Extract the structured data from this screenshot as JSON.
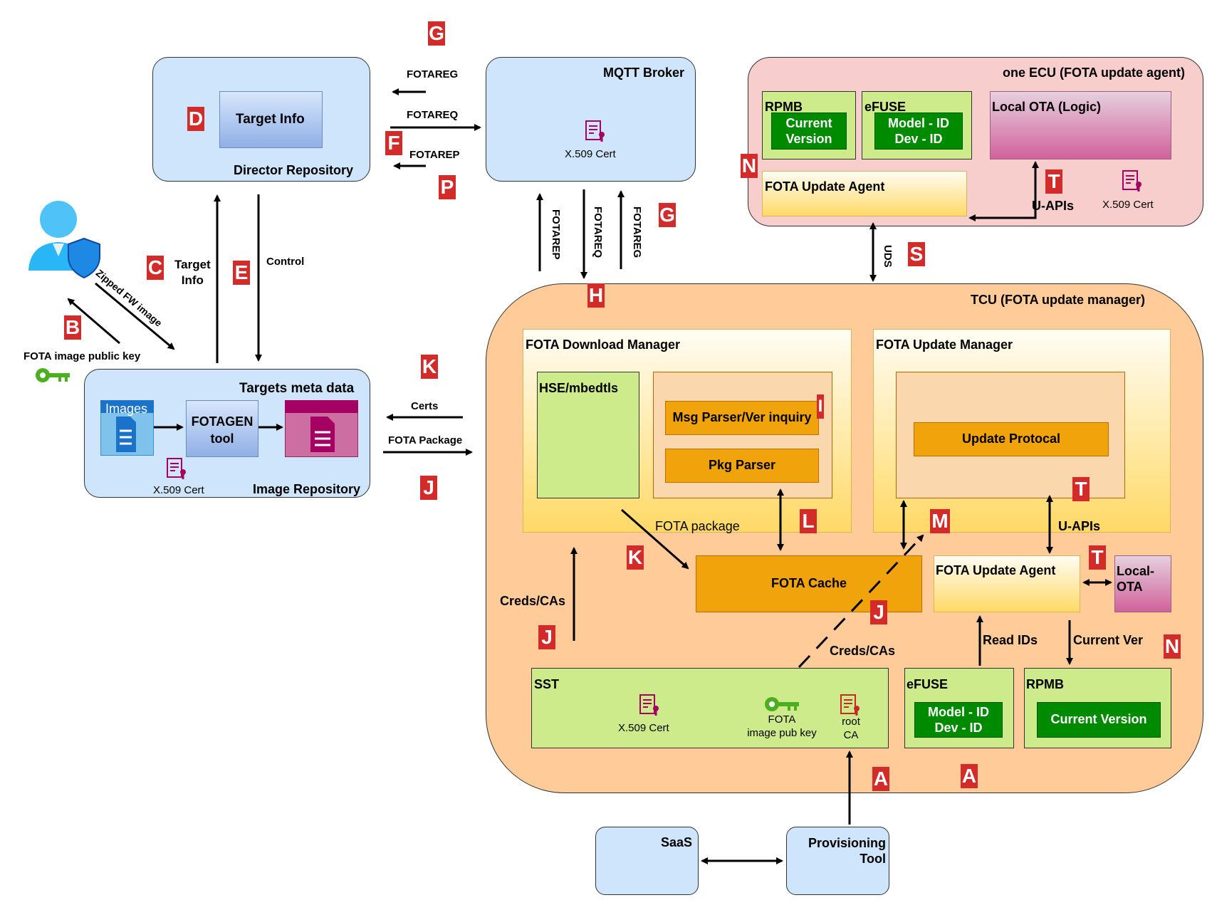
{
  "badges": {
    "g_top": "G",
    "d": "D",
    "f": "F",
    "p": "P",
    "g_right": "G",
    "c": "C",
    "e": "E",
    "b": "B",
    "h": "H",
    "k_top": "K",
    "j_left": "J",
    "n_ecu": "N",
    "t_ecu": "T",
    "s": "S",
    "i": "I",
    "l": "L",
    "m": "M",
    "t_um": "T",
    "t_agent": "T",
    "k_tcu": "K",
    "j_mid": "J",
    "j_low": "J",
    "n_tcu": "N",
    "a1": "A",
    "a2": "A"
  },
  "director": {
    "target_info": "Target Info",
    "title": "Director Repository"
  },
  "mqtt": {
    "title": "MQTT Broker",
    "cert": "X.509 Cert"
  },
  "arrows_top": {
    "fotareg": "FOTAREG",
    "fotareq": "FOTAREQ",
    "fotarep": "FOTAREP"
  },
  "arrows_vert": {
    "fotarep": "FOTAREP",
    "fotareq": "FOTAREQ",
    "fotareg": "FOTAREG"
  },
  "ecu": {
    "title": "one ECU (FOTA update agent)",
    "rpmb": "RPMB",
    "rpmb_value_1": "Current",
    "rpmb_value_2": "Version",
    "efuse": "eFUSE",
    "efuse_value_1": "Model - ID",
    "efuse_value_2": "Dev - ID",
    "local_ota": "Local OTA (Logic)",
    "agent": "FOTA Update Agent",
    "uapis": "U-APIs",
    "cert": "X.509 Cert",
    "uds": "UDS"
  },
  "left": {
    "zipped": "Zipped FW image",
    "public_key": "FOTA image public key",
    "target_info_1": "Target",
    "target_info_2": "Info",
    "control": "Control"
  },
  "image_repo": {
    "meta": "Targets meta data",
    "images": "Images",
    "fotagen_1": "FOTAGEN",
    "fotagen_2": "tool",
    "cert": "X.509 Cert",
    "title": "Image Repository"
  },
  "mid": {
    "certs": "Certs",
    "fota_package": "FOTA Package"
  },
  "tcu": {
    "title": "TCU (FOTA update manager)",
    "download_manager": "FOTA Download Manager",
    "hse": "HSE/mbedtls",
    "msg_parser": "Msg Parser/Ver inquiry",
    "pkg_parser": "Pkg Parser",
    "update_manager": "FOTA Update Manager",
    "update_protocol": "Update Protocal",
    "fota_package": "FOTA package",
    "uapis": "U-APIs",
    "fota_cache": "FOTA Cache",
    "agent": "FOTA Update Agent",
    "local_ota_1": "Local-",
    "local_ota_2": "OTA",
    "creds_left": "Creds/CAs",
    "creds_mid": "Creds/CAs",
    "read_ids": "Read IDs",
    "current_ver": "Current Ver",
    "sst": "SST",
    "sst_cert": "X.509 Cert",
    "sst_key_1": "FOTA",
    "sst_key_2": "image pub key",
    "sst_root_1": "root",
    "sst_root_2": "CA",
    "efuse": "eFUSE",
    "efuse_value_1": "Model - ID",
    "efuse_value_2": "Dev - ID",
    "rpmb": "RPMB",
    "rpmb_value": "Current Version"
  },
  "bottom": {
    "saas": "SaaS",
    "prov_1": "Provisioning",
    "prov_2": "Tool"
  },
  "colors": {
    "badge": "#d32a2a",
    "tcu_bg": "#ffcc99",
    "ecu_bg": "#f8cecc",
    "blue_bg": "#cfe5fb",
    "green": "#cdeb8b",
    "dark_green": "#008a00",
    "orange": "#f0a30a"
  }
}
